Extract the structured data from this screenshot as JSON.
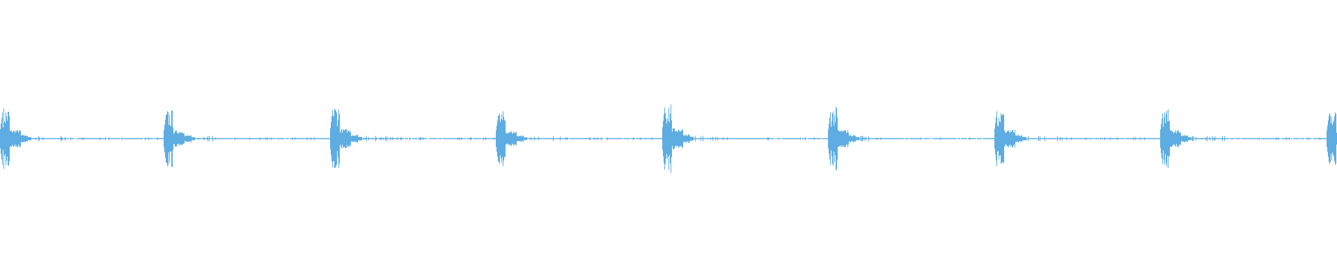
{
  "chart_data": {
    "type": "waveform",
    "title": "",
    "xlabel": "",
    "ylabel": "",
    "axes_visible": false,
    "grid": false,
    "legend": "none",
    "color": "#5dade2",
    "background": "#ffffff",
    "ylim": [
      -1,
      1
    ],
    "bursts": [
      {
        "peak": 0.23
      },
      {
        "peak": 0.21
      },
      {
        "peak": 0.25
      },
      {
        "peak": 0.2
      },
      {
        "peak": 0.27
      },
      {
        "peak": 0.23
      },
      {
        "peak": 0.24
      },
      {
        "peak": 0.22
      },
      {
        "peak": 0.2
      }
    ]
  }
}
